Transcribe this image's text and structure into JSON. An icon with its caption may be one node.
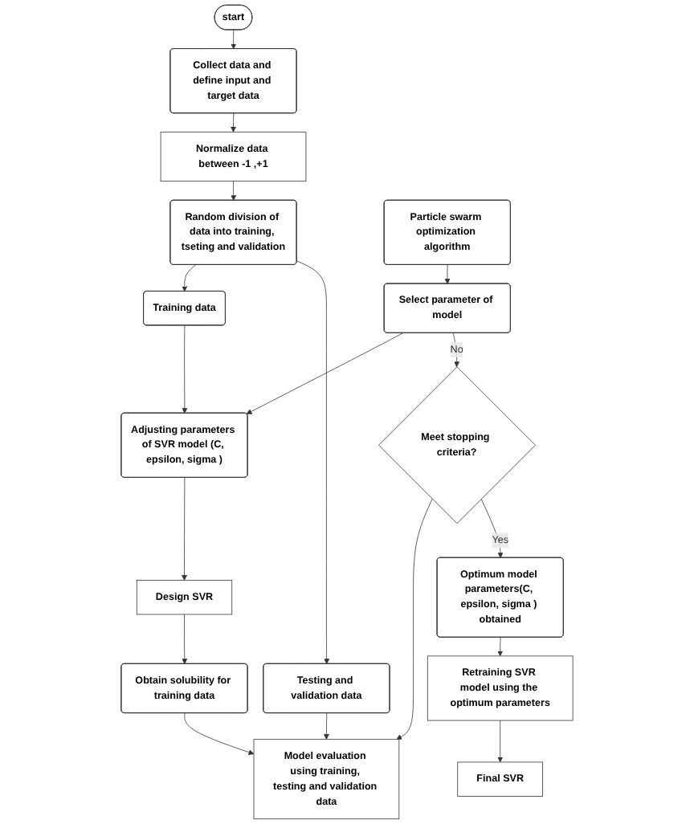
{
  "diagram": {
    "nodes": [
      {
        "text": [
          "start"
        ]
      },
      {
        "text": [
          "Collect data and define input and target data"
        ]
      },
      {
        "text": [
          "Normalize data between -1 ,+1"
        ]
      },
      {
        "text": [
          "Random division of data into training, tseting and validation"
        ]
      },
      {
        "text": [
          "Training data"
        ]
      },
      {
        "text": [
          "Testing and validation data"
        ]
      },
      {
        "text": [
          "Particle swarm optimization algorithm"
        ]
      },
      {
        "text": [
          "Select parameter of model"
        ]
      },
      {
        "text": [
          "Adjusting parameters of SVR model (C, epsilon, sigma )"
        ]
      },
      {
        "text": [
          "Design SVR"
        ]
      },
      {
        "text": [
          "Obtain solubility for training data"
        ]
      },
      {
        "text": [
          "Meet stopping criteria?"
        ]
      },
      {
        "text": [
          "Model evaluation using training, testing and validation data"
        ]
      },
      {
        "text": [
          "Optimum model parameters(C, epsilon, sigma ) obtained"
        ]
      },
      {
        "text": [
          "Retraining SVR model using the optimum parameters"
        ]
      },
      {
        "text": [
          "Final SVR"
        ]
      }
    ],
    "edges": [
      {
        "from": 0,
        "to": 1,
        "arrow": "to"
      },
      {
        "from": 1,
        "to": 2,
        "arrow": "to"
      },
      {
        "from": 2,
        "to": 3,
        "arrow": "to"
      },
      {
        "from": 3,
        "to": 4,
        "arrow": "to"
      },
      {
        "from": 3,
        "to": 5,
        "arrow": "to"
      },
      {
        "from": 4,
        "to": 8,
        "arrow": "to"
      },
      {
        "from": 6,
        "to": 7,
        "arrow": "to"
      },
      {
        "from": 7,
        "to": 8,
        "arrow": "to"
      },
      {
        "from": 7,
        "to": 11,
        "arrow": "to",
        "label": "No"
      },
      {
        "from": 8,
        "to": 9,
        "arrow": "to"
      },
      {
        "from": 9,
        "to": 10,
        "arrow": "to"
      },
      {
        "from": 10,
        "to": 12,
        "arrow": "to"
      },
      {
        "from": 11,
        "to": 12,
        "arrow": "to"
      },
      {
        "from": 5,
        "to": 12,
        "arrow": "to"
      },
      {
        "from": 11,
        "to": 13,
        "arrow": "to",
        "label": "Yes"
      },
      {
        "from": 13,
        "to": 14,
        "arrow": "to"
      },
      {
        "from": 14,
        "to": 15,
        "arrow": "to"
      }
    ]
  }
}
